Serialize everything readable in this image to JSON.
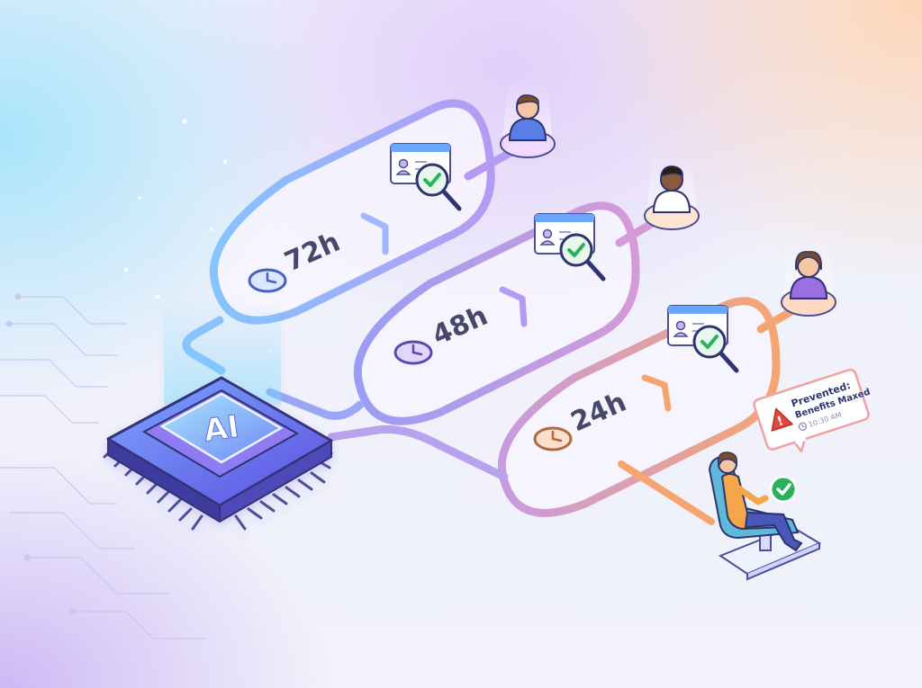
{
  "chip": {
    "label": "AI"
  },
  "lanes": [
    {
      "duration": "72h",
      "color": "#8fb4ff",
      "clock_fill": "#d9e7ff"
    },
    {
      "duration": "48h",
      "color": "#a98cf0",
      "clock_fill": "#e2d6ff"
    },
    {
      "duration": "24h",
      "color": "#f0a27f",
      "clock_fill": "#fde0cc"
    }
  ],
  "alert": {
    "line1": "Prevented:",
    "line2": "Benefits Maxed",
    "time": "10:30 AM"
  },
  "colors": {
    "chip_top": "#5b6fe8",
    "accent_green": "#27b35a",
    "alert_red": "#e2463f"
  }
}
